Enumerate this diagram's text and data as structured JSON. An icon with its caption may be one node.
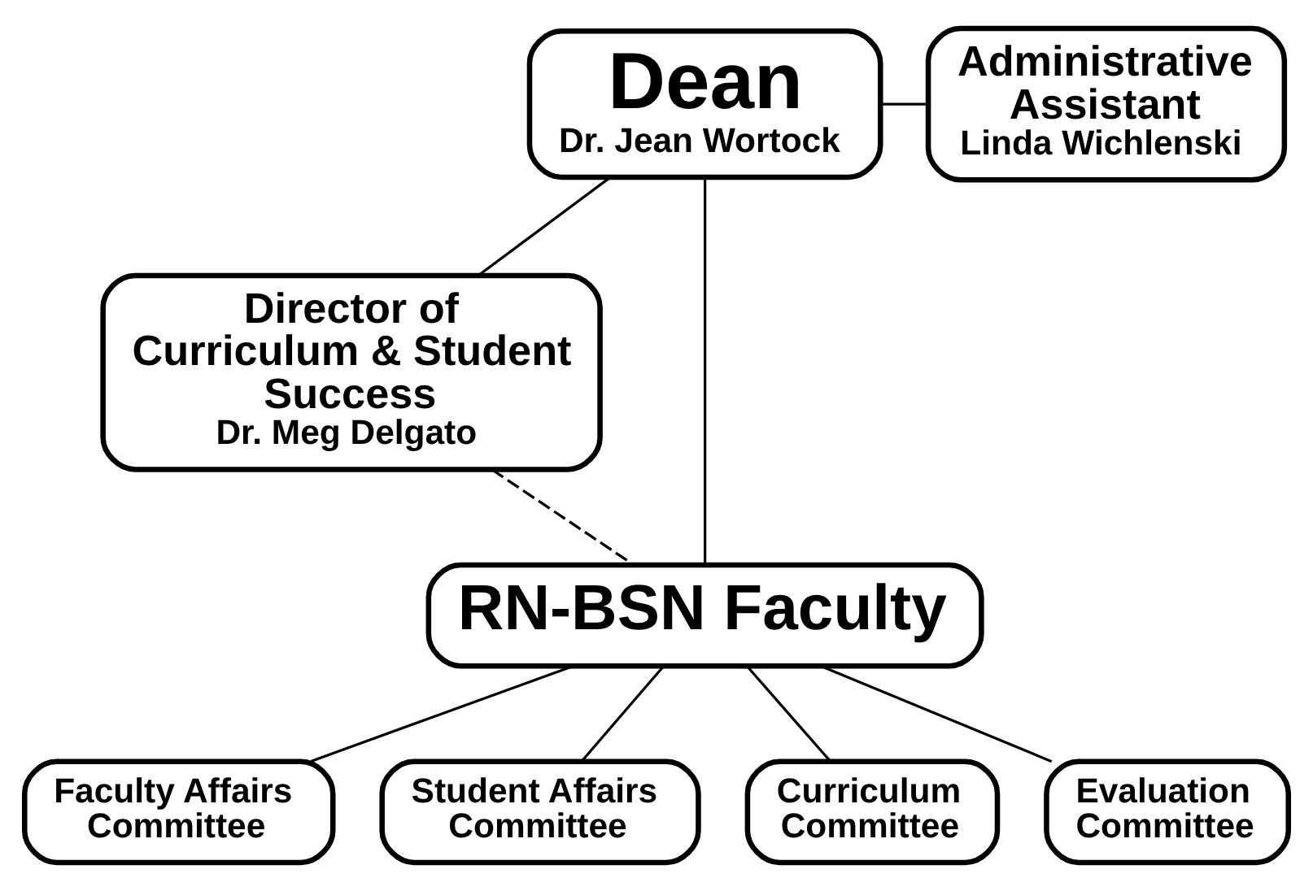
{
  "diagram": {
    "nodes": [
      {
        "text": [
          "Dean",
          "Dr. Jean Wortock"
        ]
      },
      {
        "text": [
          "Director of Curriculum & Student Success",
          "Dr. Meg Delgato"
        ]
      },
      {
        "text": [
          "Administrative Assistant",
          "Linda Wichlenski"
        ]
      },
      {
        "text": [
          "RN-BSN Faculty"
        ]
      },
      {
        "text": [
          "Faculty Affairs Committee"
        ]
      },
      {
        "text": [
          "Student Affairs Committee"
        ]
      },
      {
        "text": [
          "Curriculum Committee"
        ]
      },
      {
        "text": [
          "Evaluation Committee"
        ]
      }
    ],
    "edges": [
      {
        "from": 0,
        "to": 1,
        "arrow": "none"
      },
      {
        "from": 0,
        "to": 2,
        "arrow": "none"
      },
      {
        "from": 0,
        "to": 3,
        "arrow": "none"
      },
      {
        "from": 1,
        "to": 3,
        "arrow": "none",
        "style": "dashed"
      },
      {
        "from": 3,
        "to": 4,
        "arrow": "none"
      },
      {
        "from": 3,
        "to": 5,
        "arrow": "none"
      },
      {
        "from": 3,
        "to": 6,
        "arrow": "none"
      },
      {
        "from": 3,
        "to": 7,
        "arrow": "none"
      }
    ]
  }
}
